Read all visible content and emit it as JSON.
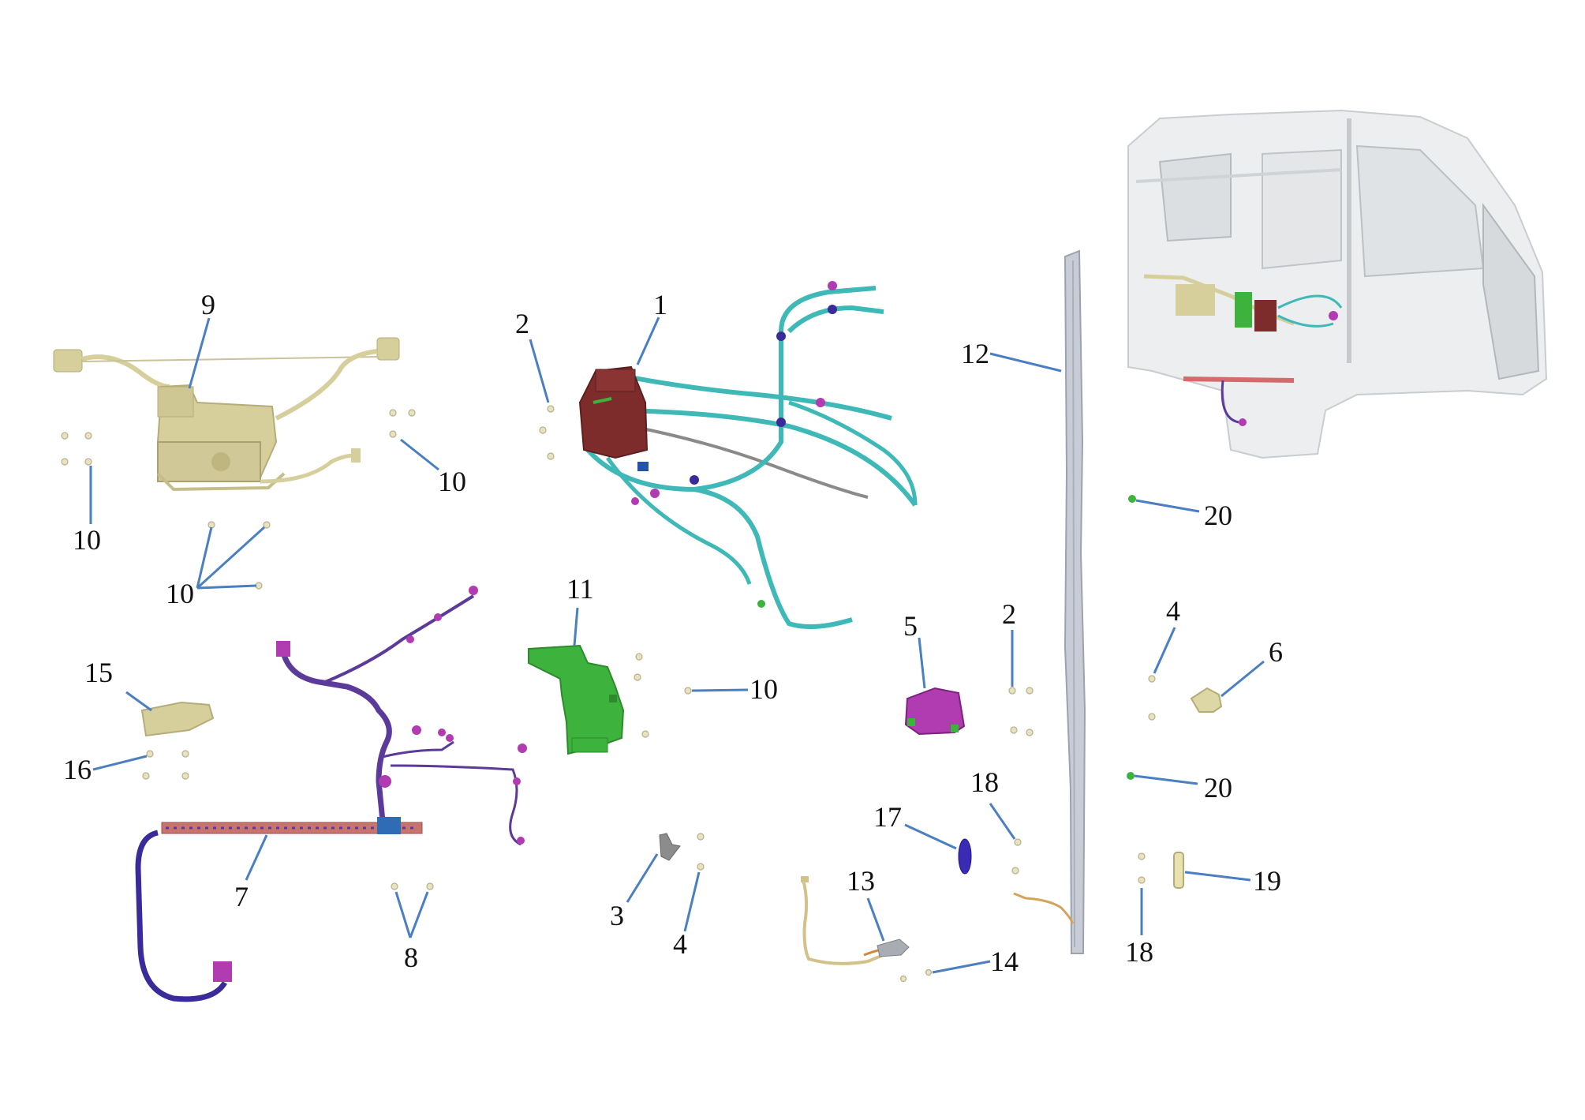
{
  "colors": {
    "leader": "#4a7fc1",
    "mechanism": "#d6cf9c",
    "harness_cyan": "#3fb8b8",
    "control_box": "#7d2b2b",
    "bracket_green": "#3db33d",
    "harness_purple": "#5b3a9a",
    "connector_magenta": "#b13bb1",
    "strip_grey": "#c8ccd6",
    "cab_grey": "#e6e8ea"
  },
  "labels": {
    "n1": "1",
    "n2a": "2",
    "n2b": "2",
    "n3": "3",
    "n4a": "4",
    "n4b": "4",
    "n5": "5",
    "n6": "6",
    "n7": "7",
    "n8": "8",
    "n9": "9",
    "n10a": "10",
    "n10b": "10",
    "n10c": "10",
    "n10d": "10",
    "n11": "11",
    "n12": "12",
    "n13": "13",
    "n14": "14",
    "n15": "15",
    "n16": "16",
    "n17": "17",
    "n18a": "18",
    "n18b": "18",
    "n19": "19",
    "n20a": "20",
    "n20b": "20"
  }
}
